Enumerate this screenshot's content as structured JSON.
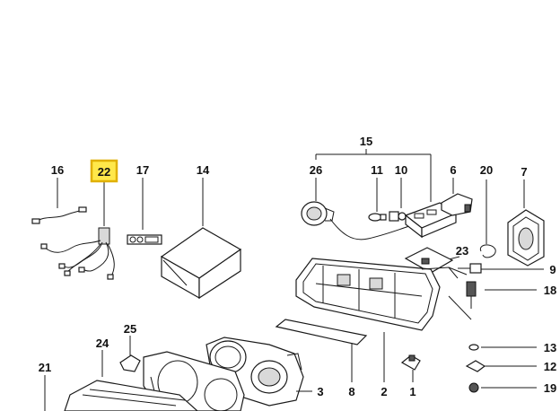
{
  "colors": {
    "background": "#ffffff",
    "line": "#1a1a1a",
    "highlight_fill": "#ffe84a",
    "highlight_border": "#e0b000"
  },
  "diagram": {
    "highlighted_part": "22",
    "callouts": {
      "p1": "1",
      "p2": "2",
      "p3": "3",
      "p7": "7",
      "p8": "8",
      "p9": "9",
      "p10": "10",
      "p11": "11",
      "p12": "12",
      "p13": "13",
      "p14": "14",
      "p15": "15",
      "p16": "16",
      "p17": "17",
      "p18": "18",
      "p19": "19",
      "p20": "20",
      "p21": "21",
      "p22": "22",
      "p23": "23",
      "p24": "24",
      "p25": "25",
      "p26": "26",
      "p6": "6"
    }
  }
}
